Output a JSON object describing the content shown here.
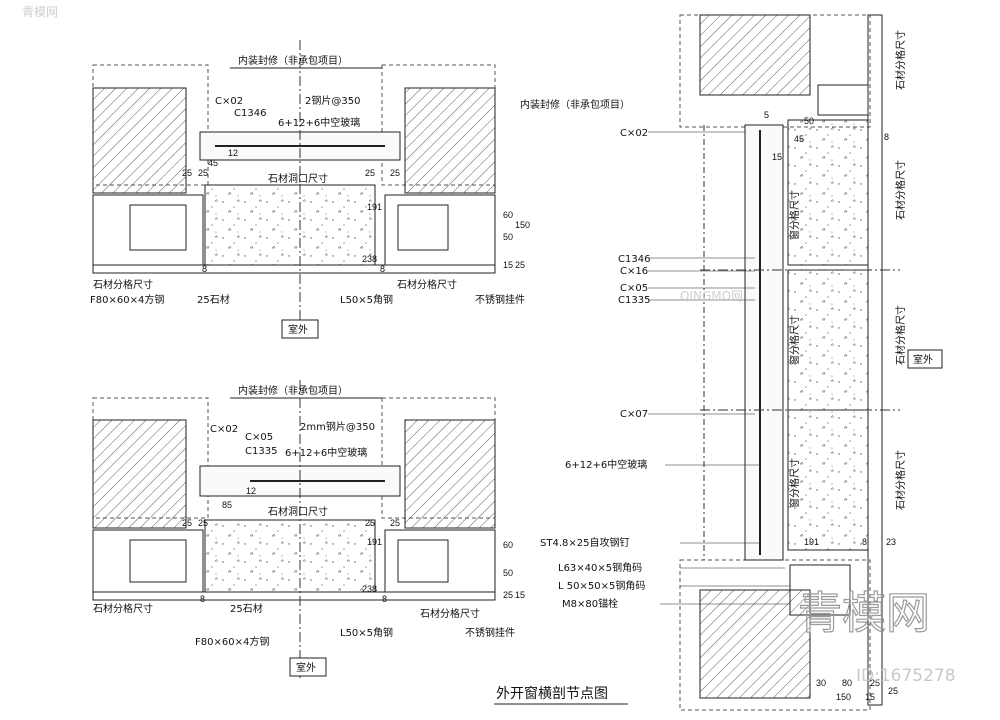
{
  "title": "外开窗横剖节点图",
  "plan_top": {
    "interior_finish_label": "内装封修（非承包项目）",
    "labels": [
      "C×02",
      "C1346",
      "2钢片@350",
      "6+12+6中空玻璃",
      "石材洞口尺寸",
      "石材分格尺寸",
      "石材分格尺寸",
      "F80×60×4方钢",
      "25石材",
      "L50×5角钢",
      "不锈钢挂件",
      "室外"
    ],
    "dims": [
      "25",
      "25",
      "45",
      "12",
      "25",
      "25",
      "191",
      "238",
      "8",
      "8",
      "50",
      "60",
      "150",
      "15",
      "25"
    ]
  },
  "plan_bottom": {
    "interior_finish_label": "内装封修（非承包项目）",
    "labels": [
      "C×02",
      "C×05",
      "C1335",
      "2mm钢片@350",
      "6+12+6中空玻璃",
      "石材洞口尺寸",
      "石材分格尺寸",
      "25石材",
      "F80×60×4方钢",
      "石材分格尺寸",
      "L50×5角钢",
      "不锈钢挂件",
      "室外"
    ],
    "dims": [
      "12",
      "85",
      "25",
      "25",
      "25",
      "25",
      "191",
      "238",
      "8",
      "8",
      "50",
      "60",
      "25",
      "15"
    ]
  },
  "section_right": {
    "labels": [
      "内装封修（非承包项目）",
      "C×02",
      "C1346",
      "C×16",
      "C×05",
      "C1335",
      "C×07",
      "6+12+6中空玻璃",
      "ST4.8×25自攻钢钉",
      "L63×40×5钢角码",
      "L 50×50×5钢角码",
      "M8×80锚栓",
      "室外"
    ],
    "vertical_labels": [
      "石材分格尺寸",
      "石材分格尺寸",
      "窗分格尺寸",
      "窗分格尺寸",
      "窗分格尺寸",
      "石材分格尺寸",
      "石材分格尺寸"
    ],
    "dims": [
      "5",
      "50",
      "45",
      "15",
      "8",
      "191",
      "8",
      "23",
      "150",
      "30",
      "80",
      "25",
      "15",
      "25"
    ]
  },
  "watermark": {
    "brand": "青模网",
    "id_text": "ID:1675278",
    "small": [
      "青模网",
      "QINGMO网"
    ]
  }
}
